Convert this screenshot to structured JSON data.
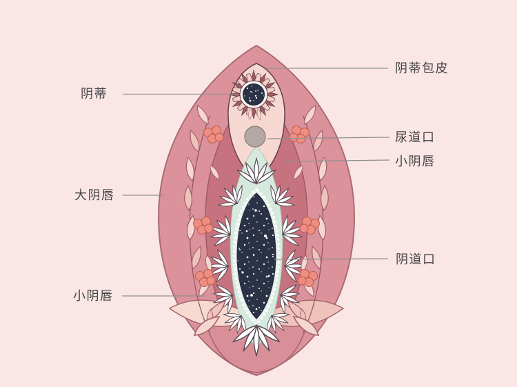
{
  "page": {
    "background_color": "#fbe6e6"
  },
  "labels": {
    "clitoris": "阴蒂",
    "labia_majora": "大阴唇",
    "labia_minora_left": "小阴唇",
    "clitoral_hood": "阴蒂包皮",
    "urethral_opening": "尿道口",
    "labia_minora_right": "小阴唇",
    "vaginal_opening": "阴道口"
  },
  "colors": {
    "outer_labia_rose": "#db929b",
    "inner_labia_deep_rose": "#c6727f",
    "clitoral_hood_pale_pink": "#f6d8d0",
    "vestibule_mint": "#d6e9de",
    "vaginal_opening_navy": "#2b3246",
    "urethral_opening_gray": "#b3a8a3",
    "berry_coral": "#ef8e80",
    "leaf_pale": "#f6d7cf",
    "leaf_salmon": "#efc2bb",
    "outline_dark_rose": "#5e3a42",
    "leader_line_gray": "#8f8f8f",
    "label_text": "#454545"
  }
}
